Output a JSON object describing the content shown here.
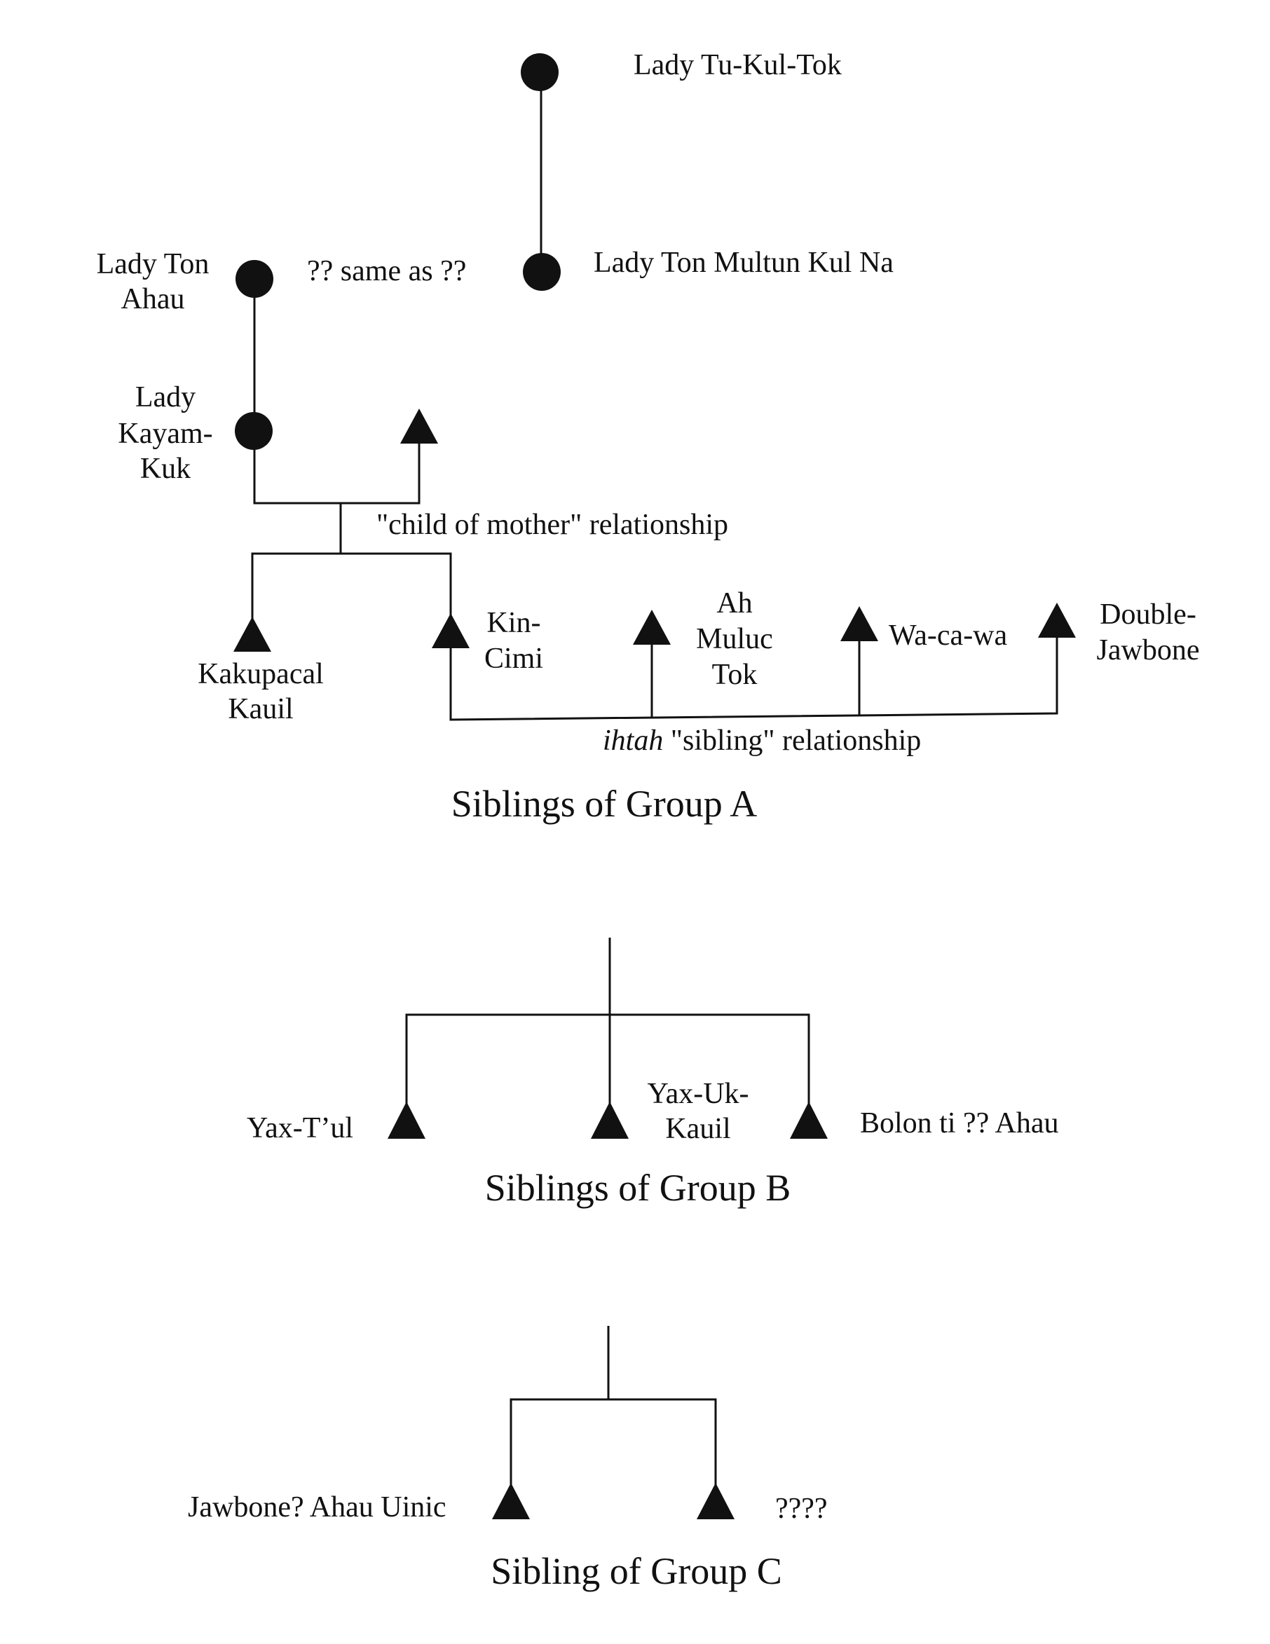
{
  "colors": {
    "ink": "#111111",
    "background": "#ffffff"
  },
  "group_a": {
    "people": {
      "tu_kul_tok": "Lady Tu-Kul-Tok",
      "ton_multun": "Lady Ton Multun Kul Na",
      "ton_ahau_1": "Lady Ton",
      "ton_ahau_2": "Ahau",
      "kayam_1": "Lady",
      "kayam_2": "Kayam-",
      "kayam_3": "Kuk",
      "kakupacal_1": "Kakupacal",
      "kakupacal_2": "Kauil",
      "kincimi_1": "Kin-",
      "kincimi_2": "Cimi",
      "ahmuluc_1": "Ah",
      "ahmuluc_2": "Muluc",
      "ahmuluc_3": "Tok",
      "wacawa": "Wa-ca-wa",
      "double_1": "Double-",
      "double_2": "Jawbone"
    },
    "same_as": "?? same as ??",
    "child_of_mother": "\"child of mother\" relationship",
    "sibling_term": "ihtah",
    "sibling_rest": " \"sibling\" relationship",
    "caption": "Siblings of Group A"
  },
  "group_b": {
    "people": {
      "yaxtul": "Yax-T’ul",
      "yaxuk_1": "Yax-Uk-",
      "yaxuk_2": "Kauil",
      "bolon": "Bolon ti ?? Ahau"
    },
    "caption": "Siblings of Group B"
  },
  "group_c": {
    "people": {
      "jawbone": "Jawbone? Ahau Uinic",
      "unknown": "????"
    },
    "caption": "Sibling of Group C"
  }
}
